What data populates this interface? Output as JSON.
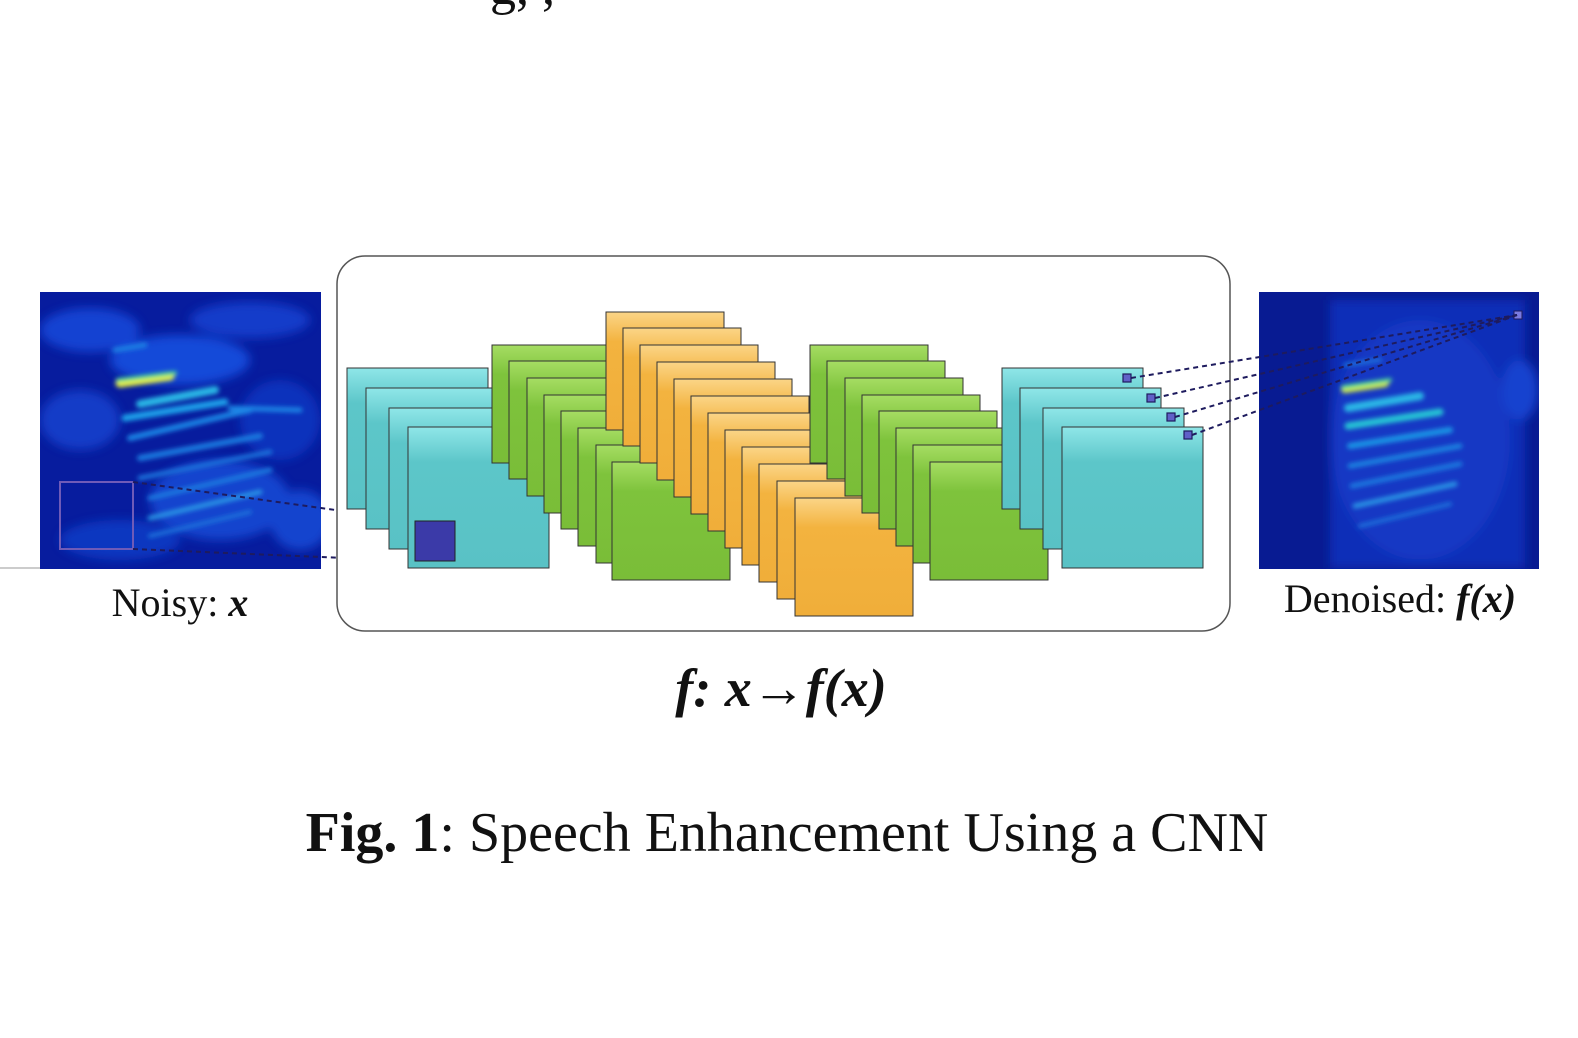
{
  "top_fragment": "g, , ",
  "input_label": {
    "text": "Noisy: ",
    "var": "x"
  },
  "output_label": {
    "text": "Denoised: ",
    "var": "f(x)"
  },
  "function_label": {
    "f": "f",
    "sep": ": ",
    "x": "x",
    "arrow": "→",
    "fx": "f(x)"
  },
  "caption": {
    "bold": "Fig. 1",
    "rest": ": Speech Enhancement Using a CNN"
  },
  "colors": {
    "cyan_layer": "#5bc6c9",
    "green_layer": "#7dc13b",
    "orange_layer": "#f2b13e",
    "spectrogram_bg": "#071c9e",
    "patch": "#3b3aa8",
    "dashed_line": "#1e1b5e"
  }
}
